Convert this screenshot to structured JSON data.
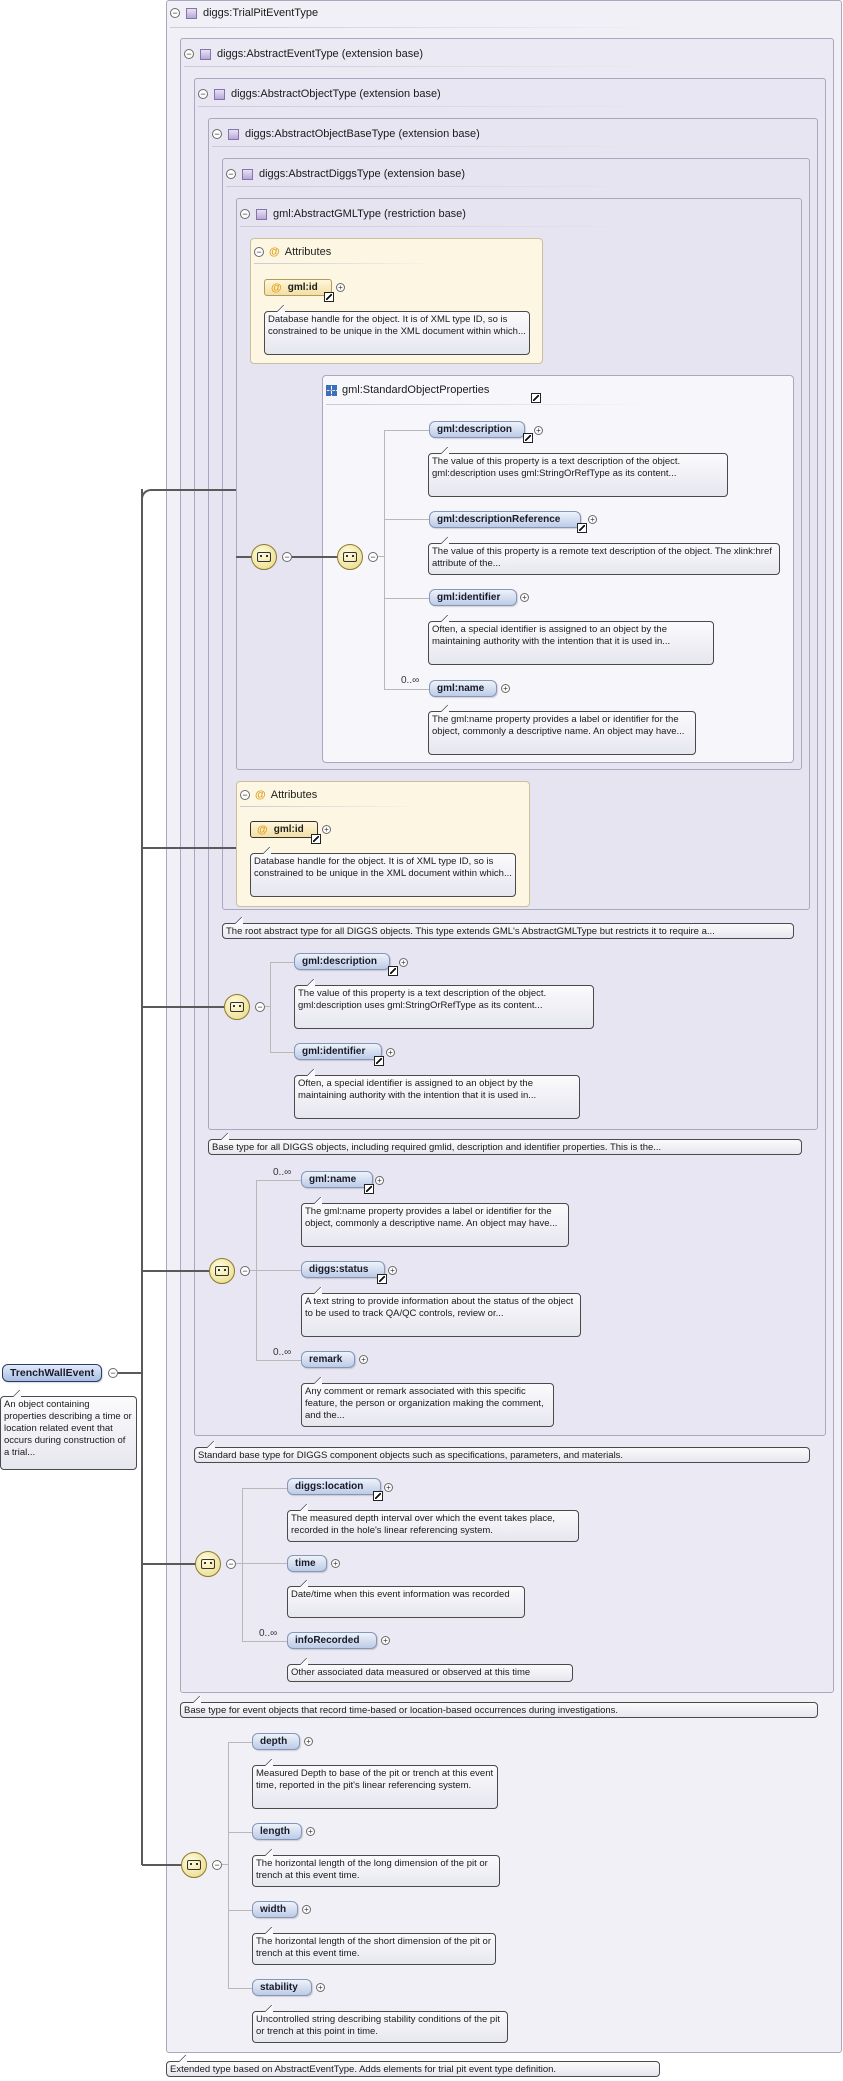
{
  "types": {
    "trialpit": "diggs:TrialPitEventType",
    "abstractevent": "diggs:AbstractEventType (extension base)",
    "abstractobject": "diggs:AbstractObjectType (extension base)",
    "abstractobjectbase": "diggs:AbstractObjectBaseType (extension base)",
    "abstractdiggs": "diggs:AbstractDiggsType (extension base)",
    "abstractgml": "gml:AbstractGMLType (restriction base)",
    "standardobjectprops": "gml:StandardObjectProperties"
  },
  "root": {
    "label": "TrenchWallEvent",
    "doc": "An object containing properties describing a time or location related event that occurs during construction of a trial..."
  },
  "attributes_inner": {
    "header": "Attributes",
    "attr": "gml:id",
    "doc": "Database handle for the object. It is of XML type ID, so is constrained to be unique in the XML document within which..."
  },
  "attributes_outer": {
    "header": "Attributes",
    "attr": "gml:id",
    "doc": "Database handle for the object. It is of XML type ID, so is constrained to be unique in the XML document within which..."
  },
  "std_props": [
    {
      "label": "gml:description",
      "doc": "The value of this property is a text description of the object. gml:description uses gml:StringOrRefType as its content..."
    },
    {
      "label": "gml:descriptionReference",
      "doc": "The value of this property is a remote text description of the object. The xlink:href attribute of the..."
    },
    {
      "label": "gml:identifier",
      "doc": "Often, a special identifier is assigned to an object by the maintaining authority with the intention that it is used in..."
    },
    {
      "label": "gml:name",
      "card": "0..∞",
      "doc": "The gml:name property provides a label or identifier for the object, commonly a descriptive name. An object may have..."
    }
  ],
  "diggs_type_doc": "The root abstract type for all DIGGS objects. This type extends GML's AbstractGMLType but restricts it to require a...",
  "base_props": [
    {
      "label": "gml:description",
      "doc": "The value of this property is a text description of the object. gml:description uses gml:StringOrRefType as its content..."
    },
    {
      "label": "gml:identifier",
      "doc": "Often, a special identifier is assigned to an object by the maintaining authority with the intention that it is used in..."
    }
  ],
  "base_type_doc": "Base type for all DIGGS objects, including required gmlid, description and identifier properties. This is the...",
  "object_props": [
    {
      "label": "gml:name",
      "card": "0..∞",
      "doc": "The gml:name property provides a label or identifier for the object, commonly a descriptive name. An object may have..."
    },
    {
      "label": "diggs:status",
      "doc": "A text string to provide information about the status of the object to be used to track QA/QC controls, review or..."
    },
    {
      "label": "remark",
      "card": "0..∞",
      "doc": "Any comment or remark associated with this specific feature, the person or organization making the comment, and the..."
    }
  ],
  "object_type_doc": "Standard base type for DIGGS component objects such as specifications, parameters, and materials.",
  "event_props": [
    {
      "label": "diggs:location",
      "doc": "The measured depth interval over which the event takes place, recorded in the hole's linear referencing system."
    },
    {
      "label": "time",
      "doc": "Date/time when this event information was recorded"
    },
    {
      "label": "infoRecorded",
      "card": "0..∞",
      "doc": "Other associated data measured or observed at this time"
    }
  ],
  "event_type_doc": "Base type for event objects that record time-based or location-based occurrences during investigations.",
  "trialpit_props": [
    {
      "label": "depth",
      "doc": "Measured Depth to base of the pit or trench at this event time, reported in the pit's linear referencing system."
    },
    {
      "label": "length",
      "doc": "The horizontal length of the long dimension of the pit or trench at this event time."
    },
    {
      "label": "width",
      "doc": "The horizontal length of the short dimension of the pit or trench at this event time."
    },
    {
      "label": "stability",
      "doc": "Uncontrolled string describing stability conditions of the pit or trench at this point in time."
    }
  ],
  "trialpit_type_doc": "Extended type based on AbstractEventType. Adds elements for trial pit event type definition."
}
